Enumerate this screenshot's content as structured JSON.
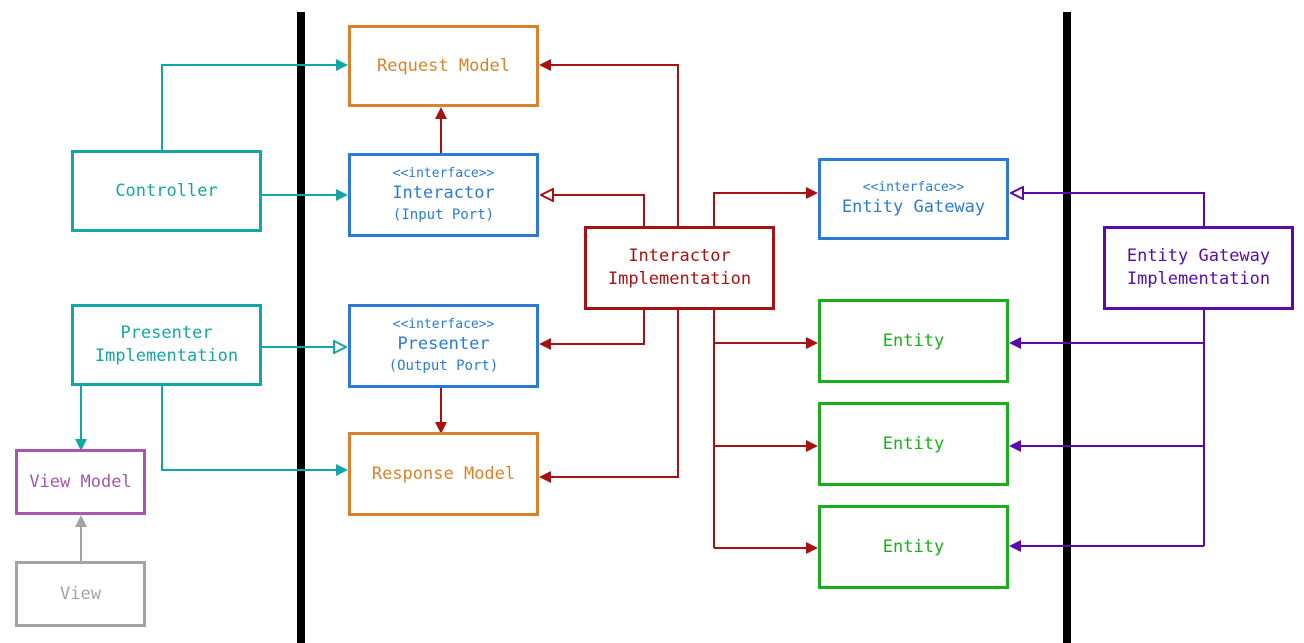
{
  "colors": {
    "controller": "#14a6a6",
    "interface": "#2b7bd6",
    "model": "#d9822b",
    "implementation": "#a81111",
    "entity": "#1aae1a",
    "gateway_impl": "#5a0aa8",
    "view_model": "#a755ad",
    "view": "#a3a3a3",
    "boundary": "#000000"
  },
  "nodes": {
    "controller": {
      "label": "Controller"
    },
    "presenter_impl": {
      "line1": "Presenter",
      "line2": "Implementation"
    },
    "view_model": {
      "label": "View Model"
    },
    "view": {
      "label": "View"
    },
    "request_model": {
      "label": "Request Model"
    },
    "interactor": {
      "stereotype": "<<interface>>",
      "label": "Interactor",
      "sublabel": "(Input Port)"
    },
    "presenter": {
      "stereotype": "<<interface>>",
      "label": "Presenter",
      "sublabel": "(Output Port)"
    },
    "response_model": {
      "label": "Response Model"
    },
    "interactor_impl": {
      "line1": "Interactor",
      "line2": "Implementation"
    },
    "entity_gateway": {
      "stereotype": "<<interface>>",
      "label": "Entity Gateway"
    },
    "entity_1": {
      "label": "Entity"
    },
    "entity_2": {
      "label": "Entity"
    },
    "entity_3": {
      "label": "Entity"
    },
    "gateway_impl": {
      "line1": "Entity Gateway",
      "line2": "Implementation"
    }
  }
}
